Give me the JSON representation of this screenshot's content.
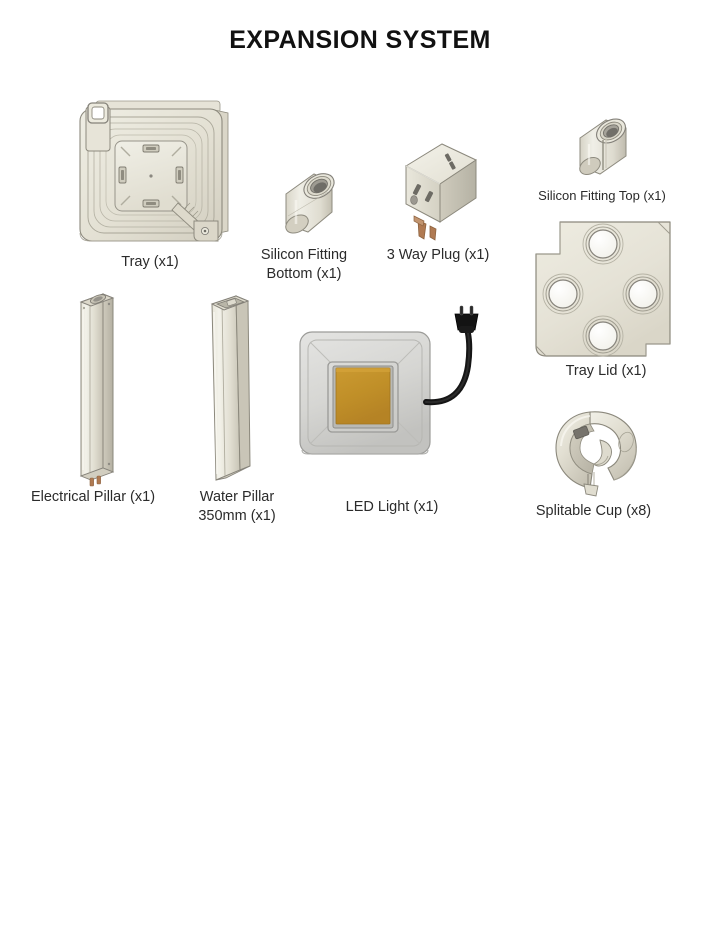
{
  "page": {
    "title": "EXPANSION SYSTEM",
    "background_color": "#ffffff",
    "title_color": "#111111",
    "label_color": "#2b2b2b"
  },
  "palette": {
    "beige_light": "#eceade",
    "beige_mid": "#e2dfd2",
    "beige_dark": "#cdc9ba",
    "beige_shadow": "#b8b4a4",
    "outline": "#8d8a7e",
    "grey_light": "#dedede",
    "grey_mid": "#c6c6c6",
    "grey_dark": "#9e9e9e",
    "led_amber": "#c08f28",
    "cable_black": "#151515",
    "prong_copper": "#b07a52"
  },
  "parts": [
    {
      "id": "tray",
      "label": "Tray (x1)",
      "icon": "tray-icon",
      "quantity": "x1"
    },
    {
      "id": "silicon-fitting-bottom",
      "label": "Silicon Fitting\nBottom (x1)",
      "icon": "silicon-fitting-bottom-icon",
      "quantity": "x1"
    },
    {
      "id": "three-way-plug",
      "label": "3 Way Plug (x1)",
      "icon": "three-way-plug-icon",
      "quantity": "x1"
    },
    {
      "id": "silicon-fitting-top",
      "label": "Silicon Fitting Top (x1)",
      "icon": "silicon-fitting-top-icon",
      "quantity": "x1"
    },
    {
      "id": "tray-lid",
      "label": "Tray Lid (x1)",
      "icon": "tray-lid-icon",
      "quantity": "x1"
    },
    {
      "id": "electrical-pillar",
      "label": "Electrical Pillar (x1)",
      "icon": "electrical-pillar-icon",
      "quantity": "x1"
    },
    {
      "id": "water-pillar",
      "label": "Water Pillar\n350mm (x1)",
      "icon": "water-pillar-icon",
      "quantity": "x1"
    },
    {
      "id": "led-light",
      "label": "LED Light (x1)",
      "icon": "led-light-icon",
      "quantity": "x1"
    },
    {
      "id": "splitable-cup",
      "label": "Splitable Cup (x8)",
      "icon": "splitable-cup-icon",
      "quantity": "x8"
    }
  ]
}
